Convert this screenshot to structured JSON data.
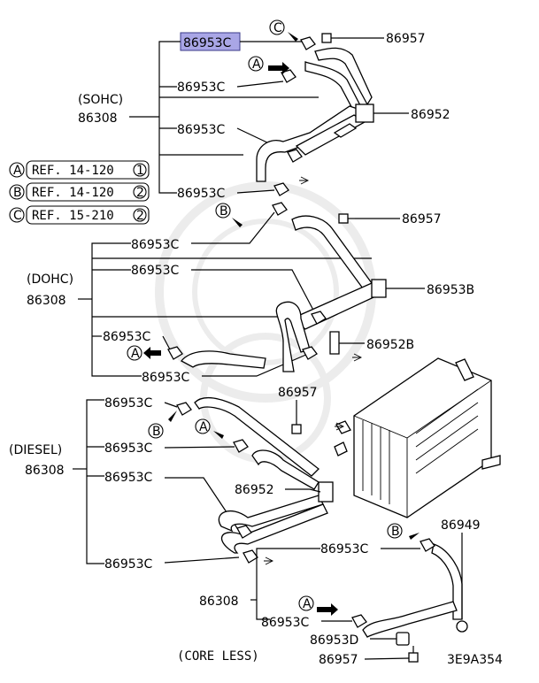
{
  "highlighted_part": "86953C",
  "sections": {
    "sohc": {
      "group": "(SOHC)",
      "part": "86308"
    },
    "dohc": {
      "group": "(DOHC)",
      "part": "86308"
    },
    "diesel": {
      "group": "(DIESEL)",
      "part": "86308"
    },
    "core_less": {
      "group": "(CORE LESS)",
      "part": "86308"
    }
  },
  "references": [
    {
      "letter": "A",
      "text": "REF. 14-120",
      "num": "1"
    },
    {
      "letter": "B",
      "text": "REF. 14-120",
      "num": "2"
    },
    {
      "letter": "C",
      "text": "REF. 15-210",
      "num": "2"
    }
  ],
  "labels": {
    "c86953": "86953C",
    "p86957": "86957",
    "p86952": "86952",
    "p86953b": "86953B",
    "p86952b": "86952B",
    "p86949": "86949",
    "p86953d": "86953D"
  },
  "markers": {
    "a": "A",
    "b": "B",
    "c": "C"
  },
  "code": "3E9A354"
}
